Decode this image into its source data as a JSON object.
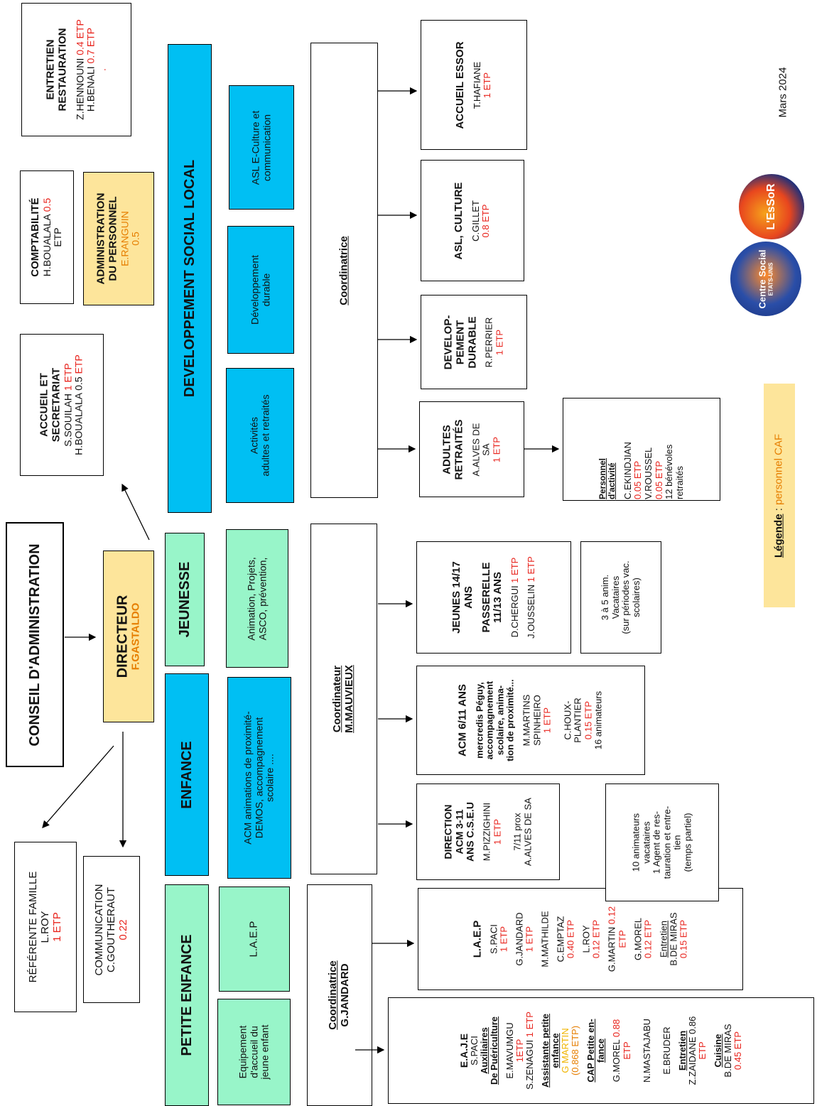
{
  "date": "Mars 2024",
  "legend": {
    "label": "Légende",
    "sep": " : ",
    "text": "personnel CAF"
  },
  "conseil": "CONSEIL D'ADMINISTRATION",
  "directeur": {
    "title": "DIRECTEUR",
    "name": "F.GASTALDO"
  },
  "referente": {
    "title": "RÉFÉRENTE FAMILLE",
    "name": "L.ROY",
    "etp": "1 ETP"
  },
  "communication": {
    "title": "COMMUNICATION",
    "name": "C.GOUTHERAUT",
    "etp": "0.22"
  },
  "accueil_secretariat": {
    "title1": "ACCUEIL ET",
    "title2": "SECRETARIAT",
    "l1": "S.SOUILAH",
    "l1etp": "1 ETP",
    "l2": "H.BOUALALA 0.5",
    "l2etp": "ETP"
  },
  "comptabilite": {
    "title": "COMPTABILITÉ",
    "l1": "H.BOUALALA",
    "l1etp": "0.5",
    "l2": "ETP"
  },
  "admin_personnel": {
    "title1": "ADMINISTRATION",
    "title2": "DU PERSONNEL",
    "name": "E.RANGUIN",
    "etp": "0.5"
  },
  "entretien": {
    "title1": "ENTRETIEN",
    "title2": "RESTAURATION",
    "l1": "Z.HENNOUNI",
    "l1etp": "0.4 ETP",
    "l2": "H.BENALI",
    "l2etp": "0.7 ETP",
    "dot": "."
  },
  "sectors": {
    "petite_enfance": "PETITE ENFANCE",
    "enfance": "ENFANCE",
    "jeunesse": "JEUNESSE",
    "dsl": "DEVELOPPEMENT SOCIAL LOCAL"
  },
  "activities": {
    "equipement": [
      "Equipement",
      "d'accueil du",
      "jeune enfant"
    ],
    "laep": "L.A.E.P",
    "acm": [
      "ACM animations de proximité-",
      "DEMOS, accompagnement",
      "scolaire ...."
    ],
    "animation": [
      "Animation, Projets,",
      "ASCO, prévention,"
    ],
    "adultes": [
      "Activités",
      "adultes et retraités"
    ],
    "dev_durable": [
      "Développement",
      "durable"
    ],
    "asl": [
      "ASL E-Culture et",
      "communication"
    ]
  },
  "coordinators": {
    "janard": {
      "role": "Coordinatrice",
      "name": "G.JANDARD"
    },
    "mauvieux": {
      "role": "Coordinateur",
      "name": "M.MAUVIEUX"
    },
    "dsl": {
      "role": "Coordinatrice"
    }
  },
  "eaje": {
    "title": "E.A.J.E",
    "name": "S.PACI",
    "aux_title": [
      "Auxiliaires",
      "De Puériculture"
    ],
    "mavumgu": "E.MAVUMGU",
    "mavumgu_etp": "1ETP",
    "zenagui": "S.ZENAGUI",
    "zenagui_etp": "1 ETP",
    "asst_title": [
      "Assistante petite",
      "enfance"
    ],
    "gmartin": "G MARTIN",
    "gmartin_etp": "(0.868 ETP)",
    "cap_title": [
      "CAP Petite en-",
      "fance"
    ],
    "gmorel": "G.MOREL",
    "gmorel_etp1": "0.88",
    "gmorel_etp2": "ETP",
    "mastajabu": "N.MASTAJABU",
    "bruder": "E.BRUDER",
    "entretien_title": "Entretien",
    "zaidane": "Z.ZAIDANE 0.86",
    "zaidane_etp": "ETP",
    "cuisine_title": "Cuisine",
    "demiras": "B.DE MIRAS",
    "demiras_etp": "0.45 ETP"
  },
  "laep": {
    "title": "L.A.E.P",
    "paci": "S.PACI",
    "paci_etp": "1 ETP",
    "jandard": "G.JANDARD",
    "jandard_etp": "1 ETP",
    "mathilde": "M.MATHILDE",
    "emptaz": "C.EMPTAZ",
    "emptaz_etp": "0.40 ETP",
    "roy": "L.ROY",
    "roy_etp": "0.12 ETP",
    "martin": "G.MARTIN",
    "martin_etp1": "0.12",
    "martin_etp2": "ETP",
    "morel": "G.MOREL",
    "morel_etp": "0.12 ETP",
    "entretien_title": "Entretien",
    "demiras": "B.DE MIRAS",
    "demiras_etp": "0.15 ETP"
  },
  "direction_acm": {
    "title": [
      "DIRECTION",
      "ACM  3-11",
      "ANS C.S.E.U"
    ],
    "pizzighini": "M.PIZZIGHINI",
    "pizzighini_etp": "1 ETP",
    "prox": "7/11 prox",
    "alves": "A.ALVES DE SA"
  },
  "vacataires_enfance": [
    "10 animateurs",
    "vacataires",
    "1 Agent de res-",
    "tauration et entre-",
    "tien",
    "(temps partiel)"
  ],
  "acm611": {
    "title": "ACM 6/11 ANS",
    "desc": [
      "mercredis Péguy,",
      "accompagnement",
      "scolaire, anima-",
      "tion de proximité..."
    ],
    "martins": [
      "M.MARTINS",
      "SPINHEIRO"
    ],
    "martins_etp": "1 ETP",
    "houx": [
      "C.HOUX-",
      "PLANTIER"
    ],
    "houx_etp": "0.15 ETP",
    "anim": "16 animateurs"
  },
  "jeunes": {
    "title1": [
      "JEUNES 14/17",
      "ANS"
    ],
    "title2": [
      "PASSERELLE",
      "11/13 ANS"
    ],
    "chergui": "D.CHERGUI",
    "chergui_etp": "1 ETP",
    "ousselin": "J.OUSSELIN",
    "ousselin_etp": "1 ETP"
  },
  "vacataires_jeunesse": [
    "3 à 5 anim.",
    "Vacataires",
    "(sur périodes vac.",
    "scolaires)"
  ],
  "adultes_retraites": {
    "title": [
      "ADULTES",
      "RETRAITÉS"
    ],
    "name": [
      "A.ALVES DE",
      "SA"
    ],
    "etp": "1 ETP"
  },
  "personnel_activite": {
    "title": [
      "Personnel",
      "d'activité"
    ],
    "ekindjian": "C.EKINDJIAN",
    "ekindjian_etp": "0.05 ETP",
    "roussel": "V.ROUSSEL",
    "roussel_etp": "0.05 ETP",
    "benevoles": [
      "12 bénévoles",
      "retraités"
    ]
  },
  "dev_durable_box": {
    "title": [
      "DEVELOP-",
      "PEMENT",
      "DURABLE"
    ],
    "name": "R.PERRIER",
    "etp": "1 ETP"
  },
  "asl_culture": {
    "title": "ASL, CULTURE",
    "name": "C.GILLET",
    "etp": "0.8 ETP"
  },
  "accueil_essor": {
    "title": "ACCUEIL ESSOR",
    "name": "T.HAFIANE",
    "etp": "1 ETP"
  },
  "logos": {
    "essor": "L'EsSoR",
    "cseu": "Centre Social",
    "cseu_sub": "ETATS-UNIS"
  },
  "colors": {
    "blue": "#00bff3",
    "green": "#98f5c9",
    "cream": "#fde59b",
    "red": "#e8231c"
  }
}
